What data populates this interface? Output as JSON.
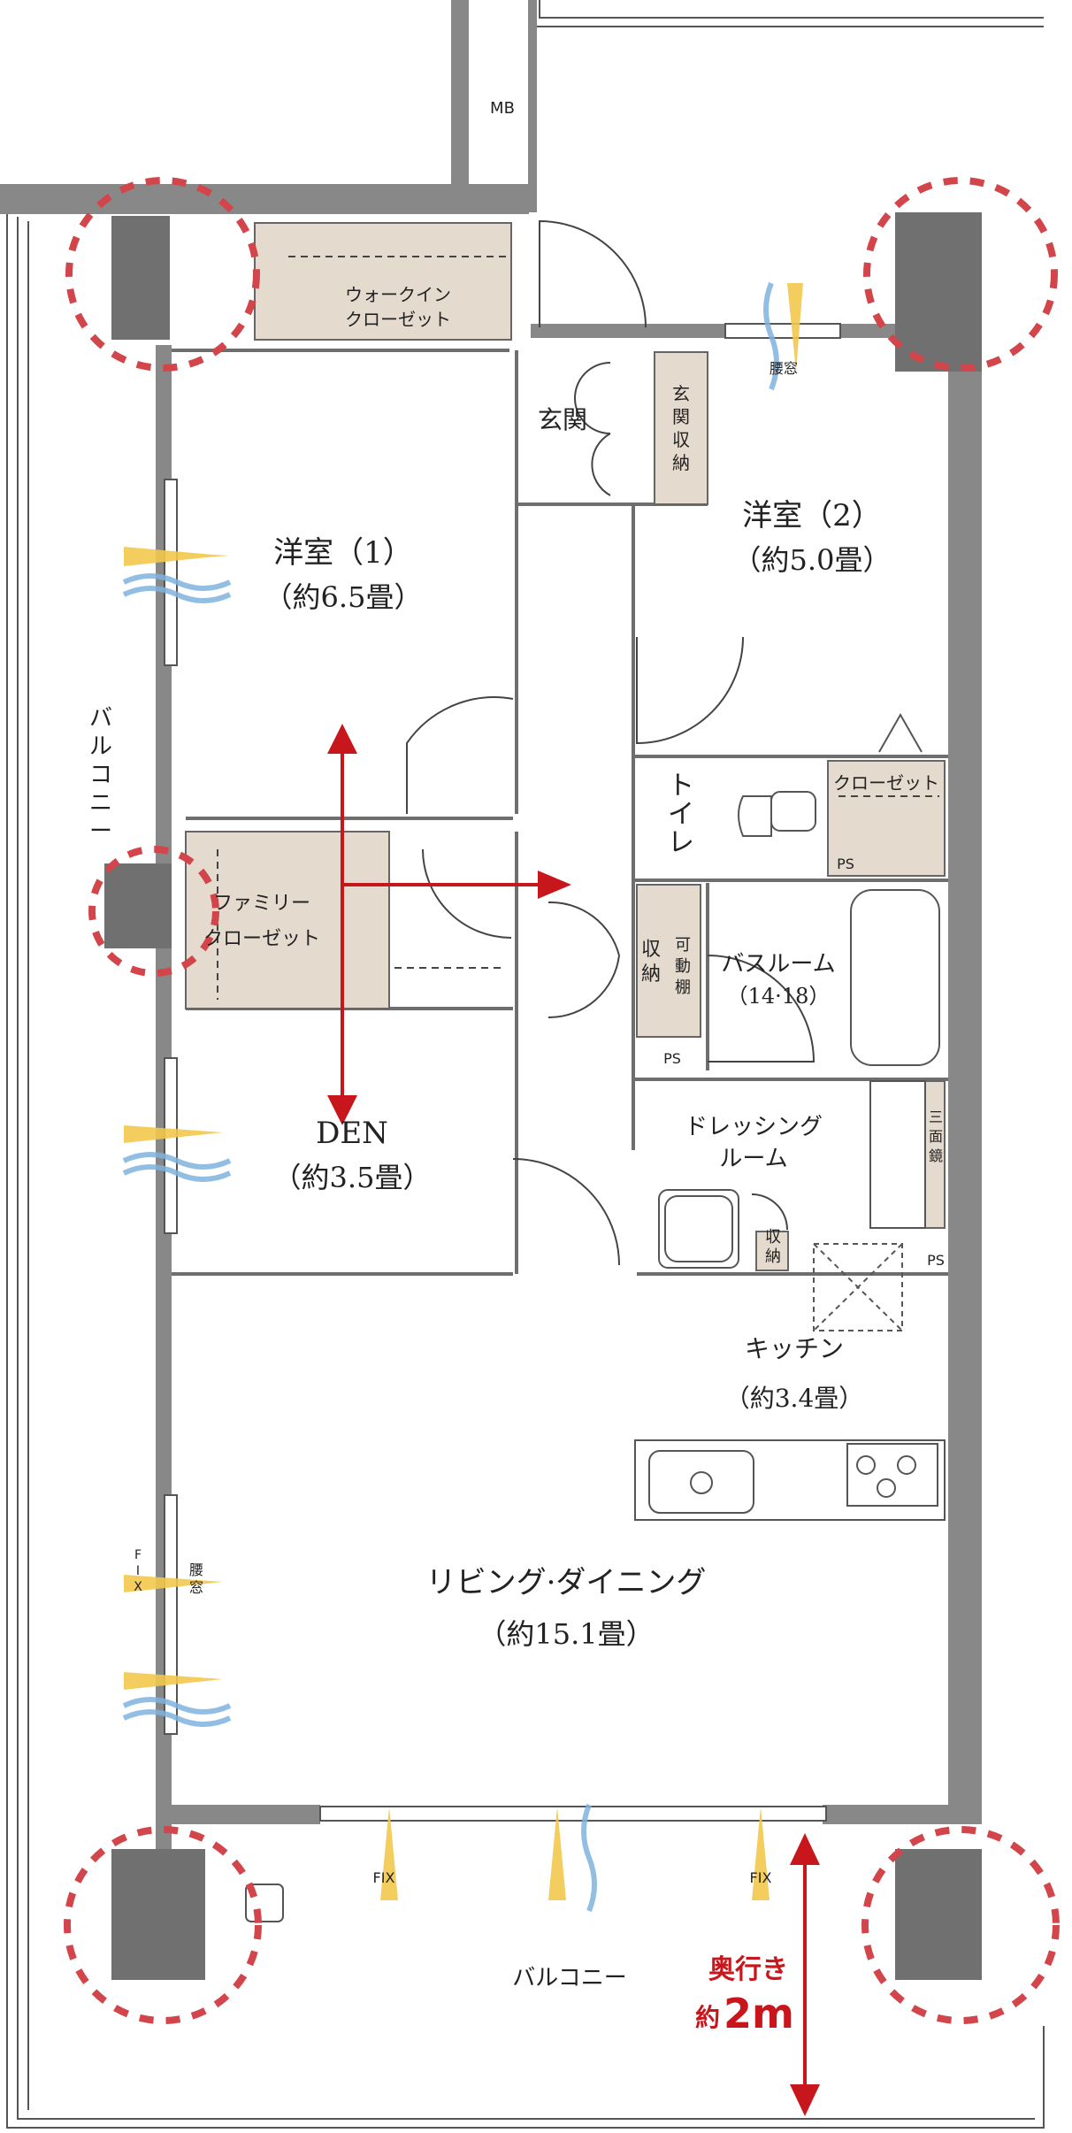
{
  "rooms": {
    "walk_in_closet": {
      "line1": "ウォークイン",
      "line2": "クローゼット"
    },
    "genkan": "玄関",
    "genkan_storage": [
      "玄",
      "関",
      "収",
      "納"
    ],
    "western_room_1": {
      "name": "洋室（1）",
      "size": "（約6.5畳）"
    },
    "western_room_2": {
      "name": "洋室（2）",
      "size": "（約5.0畳）"
    },
    "toilet": [
      "ト",
      "イ",
      "レ"
    ],
    "closet": "クローゼット",
    "family_closet": {
      "line1": "ファミリー",
      "line2": "クローゼット"
    },
    "bathroom": {
      "name": "バスルーム",
      "size": "（14·18）"
    },
    "storage_a": [
      "収",
      "納"
    ],
    "storage_movable": [
      "可",
      "動",
      "棚"
    ],
    "den": {
      "name": "DEN",
      "size": "（約3.5畳）"
    },
    "dressing": {
      "line1": "ドレッシング",
      "line2": "ルーム"
    },
    "storage_b": [
      "収",
      "納"
    ],
    "mirror": [
      "三",
      "面",
      "鏡"
    ],
    "kitchen": {
      "name": "キッチン",
      "size": "（約3.4畳）"
    },
    "living": {
      "name": "リビング·ダイニング",
      "size": "（約15.1畳）"
    },
    "balcony_left": [
      "バ",
      "ル",
      "コ",
      "ニ",
      "ー"
    ],
    "balcony_bottom": "バルコニー"
  },
  "labels": {
    "mb": "MB",
    "ps1": "PS",
    "ps2": "PS",
    "ps3": "PS",
    "koshimado_top": "腰窓",
    "koshimado_left": [
      "腰",
      "窓"
    ],
    "fix_left": [
      "F",
      "I",
      "X"
    ],
    "fix_bottom_1": "FIX",
    "fix_bottom_2": "FIX"
  },
  "callout": {
    "line1": "奥行き",
    "prefix": "約",
    "value": "2m"
  },
  "colors": {
    "wall": "#888888",
    "wall_dark": "#5a5a5a",
    "closet_fill": "#e4dace",
    "accent_red": "#c8161d",
    "dashed_red": "#d2454b",
    "light_yellow": "#f2c94c",
    "wind_blue": "#7fb3df"
  }
}
